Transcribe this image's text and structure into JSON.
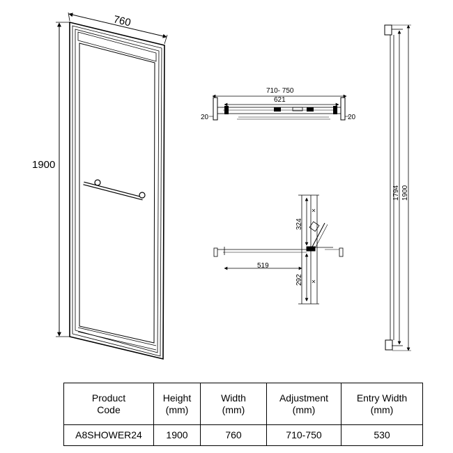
{
  "drawing": {
    "front_width": "760",
    "front_height": "1900",
    "top_overall": "710- 750",
    "top_inner": "621",
    "top_left_wall": "20",
    "top_right_wall": "20",
    "pivot_upper": "324",
    "pivot_width": "519",
    "pivot_lower": "292",
    "side_inner": "1794",
    "side_outer": "1900"
  },
  "table": {
    "headers": [
      "Product\nCode",
      "Height\n(mm)",
      "Width\n(mm)",
      "Adjustment\n(mm)",
      "Entry Width\n(mm)"
    ],
    "row": [
      "A8SHOWER24",
      "1900",
      "760",
      "710-750",
      "530"
    ]
  }
}
